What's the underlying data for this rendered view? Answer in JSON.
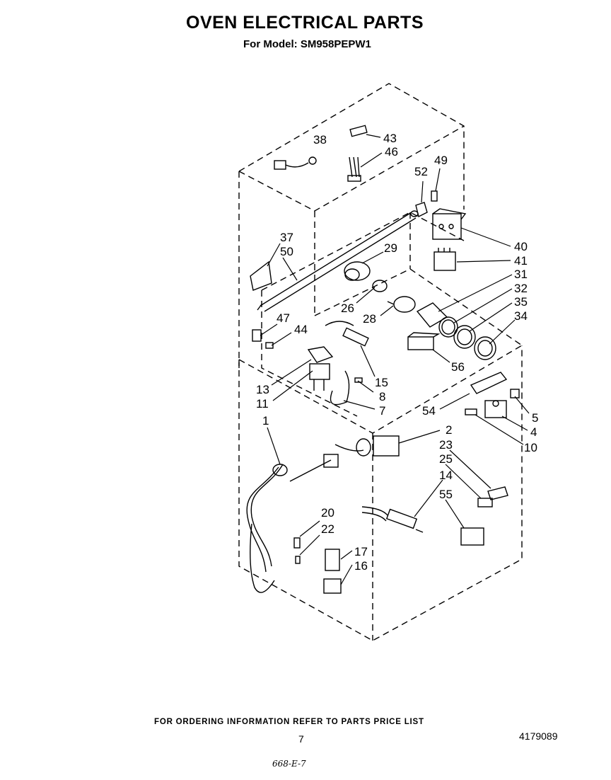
{
  "header": {
    "title": "OVEN ELECTRICAL PARTS",
    "model_line": "For Model: SM958PEPW1"
  },
  "callouts": {
    "c38": "38",
    "c43": "43",
    "c46": "46",
    "c49": "49",
    "c52": "52",
    "c37": "37",
    "c50": "50",
    "c29": "29",
    "c40": "40",
    "c41": "41",
    "c31": "31",
    "c32": "32",
    "c35": "35",
    "c34": "34",
    "c26": "26",
    "c28": "28",
    "c47": "47",
    "c44": "44",
    "c56": "56",
    "c15": "15",
    "c13": "13",
    "c8": "8",
    "c11": "11",
    "c7": "7",
    "c5": "5",
    "c54": "54",
    "c4": "4",
    "c10": "10",
    "c1": "1",
    "c2": "2",
    "c23": "23",
    "c25": "25",
    "c14": "14",
    "c55": "55",
    "c20": "20",
    "c22": "22",
    "c17": "17",
    "c16": "16"
  },
  "footer": {
    "ordering_note": "FOR ORDERING INFORMATION REFER TO PARTS PRICE LIST",
    "page_number": "7",
    "document_number": "4179089",
    "handwritten_code": "668-E-7"
  }
}
